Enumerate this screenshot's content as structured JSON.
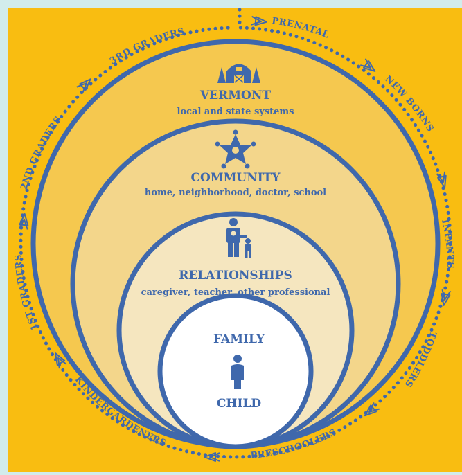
{
  "colors": {
    "background": "#d2ecec",
    "panel": "#f9bd11",
    "ring_blue": "#3f68ac",
    "dots": "#3f68ac",
    "vermont_fill": "#f5c84f",
    "community_fill": "#f3d68b",
    "relationships_fill": "#f5e6bf",
    "family_fill": "#ffffff"
  },
  "circles": {
    "vermont": {
      "title": "VERMONT",
      "subtitle": "local and state systems",
      "icon": "barn-trees-icon"
    },
    "community": {
      "title": "COMMUNITY",
      "subtitle": "home, neighborhood, doctor, school",
      "icon": "people-star-icon"
    },
    "relationships": {
      "title": "RELATIONSHIPS",
      "subtitle": "caregiver, teacher, other professional",
      "icon": "adult-child-icon"
    },
    "family": {
      "title": "FAMILY",
      "bottom": "CHILD",
      "icon": "child-icon"
    }
  },
  "stages": {
    "prenatal": "PRENATAL",
    "newborns": "NEW BORNS",
    "infants": "INFANTS",
    "toddlers": "TODDLERS",
    "preschoolers": "PRESCHOOLERS",
    "kindergardeners": "KINDERGARDENERS",
    "grade1": "1ST GRADERS",
    "grade2": "2ND GRADERS",
    "grade3": "3RD GRADERS"
  }
}
